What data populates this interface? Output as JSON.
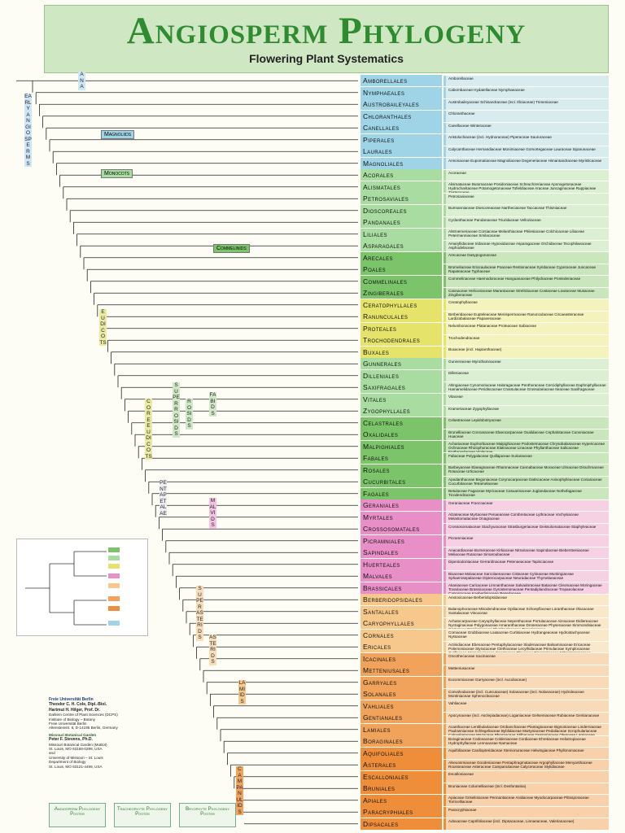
{
  "header": {
    "title": "Angiosperm Phylogeny",
    "subtitle": "Flowering Plant Systematics"
  },
  "major_groups": {
    "early": "EARLY ANGIOSPERMS",
    "ana": "ANA",
    "magnoliids": "Magnoliids",
    "monocots": "Monocots",
    "commelinids": "Commelinids",
    "eudicots": "EUDICOTS",
    "core_eudicots": "CORE EUDICOTS",
    "superrosids": "SUPERROSIDS",
    "rosids": "ROSIDS",
    "fabids": "FABIDS",
    "malvids": "MALVIDS",
    "pentapetalae": "PENTAPETALAE",
    "superasterids": "SUPERASTERIDS",
    "asterids": "ASTERIDS",
    "lamiids": "LAMIIDS",
    "campanulids": "CAMPANULIDS"
  },
  "orders": [
    {
      "name": "Amborellales",
      "fam": "Amborellaceae",
      "color": "#9fd3e6"
    },
    {
      "name": "Nymphaeales",
      "fam": "Cabombaceae   Hydatellaceae   Nymphaeaceae",
      "color": "#9fd3e6"
    },
    {
      "name": "Austrobaileyales",
      "fam": "Austrobaileyaceae   Schisandraceae (incl. Illiciaceae)   Trimeniaceae",
      "color": "#9fd3e6"
    },
    {
      "name": "Chloranthales",
      "fam": "Chloranthaceae",
      "color": "#9fd3e6"
    },
    {
      "name": "Canellales",
      "fam": "Canellaceae   Winteraceae",
      "color": "#9fd3e6"
    },
    {
      "name": "Piperales",
      "fam": "Aristolochiaceae (incl. Hydnoraceae)   Piperaceae   Saururaceae",
      "color": "#9fd3e6"
    },
    {
      "name": "Laurales",
      "fam": "Calycanthaceae   Hernandiaceae   Monimiaceae   Gomortegaceae   Lauraceae   Siparunaceae",
      "color": "#9fd3e6"
    },
    {
      "name": "Magnoliales",
      "fam": "Annonaceae   Eupomatiaceae   Magnoliaceae   Degeneriaceae   Himantandraceae   Myristicaceae",
      "color": "#9fd3e6"
    },
    {
      "name": "Acorales",
      "fam": "Acoraceae",
      "color": "#a8dca0"
    },
    {
      "name": "Alismatales",
      "fam": "Alismataceae   Butomaceae   Posidoniaceae   Scheuchzeriaceae   Aponogetonaceae   Hydrocharitaceae   Potamogetonaceae   Tofieldiaceae   Araceae   Juncaginaceae   Ruppiaceae   Zosteraceae",
      "color": "#a8dca0"
    },
    {
      "name": "Petrosaviales",
      "fam": "Petrosaviaceae",
      "color": "#a8dca0"
    },
    {
      "name": "Dioscoreales",
      "fam": "Burmanniaceae   Dioscoreaceae   Nartheciaceae   Taccaceae   Thismiaceae",
      "color": "#a8dca0"
    },
    {
      "name": "Pandanales",
      "fam": "Cyclanthaceae   Pandanaceae   Triuridaceae   Velloziaceae",
      "color": "#a8dca0"
    },
    {
      "name": "Liliales",
      "fam": "Alstroemeriaceae   Corsiaceae   Melanthiaceae   Philesiaceae   Colchicaceae   Liliaceae   Petermanniaceae   Smilacaceae",
      "color": "#a8dca0"
    },
    {
      "name": "Asparagales",
      "fam": "Amaryllidaceae   Iridaceae   Hypoxidaceae   Asparagaceae   Orchidaceae   Tecophilaeaceae   Asphodelaceae",
      "color": "#a8dca0"
    },
    {
      "name": "Arecales",
      "fam": "Arecaceae   Dasypogonaceae",
      "color": "#7cc46a"
    },
    {
      "name": "Poales",
      "fam": "Bromeliaceae   Eriocaulaceae   Poaceae   Restionaceae   Xyridaceae   Cyperaceae   Juncaceae   Rapateaceae   Typhaceae",
      "color": "#7cc46a"
    },
    {
      "name": "Commelinales",
      "fam": "Commelinaceae   Haemodoraceae   Hanguanaceae   Philydraceae   Pontederiaceae",
      "color": "#7cc46a"
    },
    {
      "name": "Zingiberales",
      "fam": "Cannaceae   Heliconiaceae   Marantaceae   Strelitziaceae   Costaceae   Lowiaceae   Musaceae   Zingiberaceae",
      "color": "#7cc46a"
    },
    {
      "name": "Ceratophyllales",
      "fam": "Ceratophyllaceae",
      "color": "#e6e36a"
    },
    {
      "name": "Ranunculales",
      "fam": "Berberidaceae   Eupteleaceae   Menispermaceae   Ranunculaceae   Circaeasteraceae   Lardizabalaceae   Papaveraceae",
      "color": "#e6e36a"
    },
    {
      "name": "Proteales",
      "fam": "Nelumbonaceae   Platanaceae   Proteaceae   Sabiaceae",
      "color": "#e6e36a"
    },
    {
      "name": "Trochodendrales",
      "fam": "Trochodendraceae",
      "color": "#e6e36a"
    },
    {
      "name": "Buxales",
      "fam": "Buxaceae (incl. Haptanthaceae)",
      "color": "#e6e36a"
    },
    {
      "name": "Gunnerales",
      "fam": "Gunneraceae   Myrothamnaceae",
      "color": "#a8dca0"
    },
    {
      "name": "Dilleniales",
      "fam": "Dilleniaceae",
      "color": "#a8dca0"
    },
    {
      "name": "Saxifragales",
      "fam": "Altingiaceae   Cynomoriaceae   Haloragaceae   Penthoraceae   Cercidiphyllaceae   Daphniphyllaceae   Hamamelidaceae   Peridiscaceae   Crassulaceae   Grossulariaceae   Iteaceae   Saxifragaceae",
      "color": "#a8dca0"
    },
    {
      "name": "Vitales",
      "fam": "Vitaceae",
      "color": "#a8dca0"
    },
    {
      "name": "Zygophyllales",
      "fam": "Krameriaceae   Zygophyllaceae",
      "color": "#a8dca0"
    },
    {
      "name": "Celastrales",
      "fam": "Celastraceae   Lepidobotryaceae",
      "color": "#7cc46a"
    },
    {
      "name": "Oxalidales",
      "fam": "Brunelliaceae   Connaraceae   Elaeocarpaceae   Oxalidaceae   Cephalotaceae   Cunoniaceae   Huaceae",
      "color": "#7cc46a"
    },
    {
      "name": "Malpighiales",
      "fam": "Achariaceae   Euphorbiaceae   Malpighiaceae   Podostemaceae   Chrysobalanaceae   Hypericaceae   Ochnaceae   Rhizophoraceae   Elatinaceae   Linaceae   Phyllanthaceae   Salicaceae   Erythroxylaceae   Violaceae",
      "color": "#7cc46a"
    },
    {
      "name": "Fabales",
      "fam": "Fabaceae   Polygalaceae   Quillajaceae   Surianaceae",
      "color": "#7cc46a"
    },
    {
      "name": "Rosales",
      "fam": "Barbeyaceae   Elaeagnaceae   Rhamnaceae   Cannabaceae   Moraceae   Ulmaceae   Dirachmaceae   Rosaceae   Urticaceae",
      "color": "#7cc46a"
    },
    {
      "name": "Cucurbitales",
      "fam": "Apodanthaceae   Begoniaceae   Corynocarpaceae   Datiscaceae   Anisophylleaceae   Coriariaceae   Cucurbitaceae   Tetramelaceae",
      "color": "#7cc46a"
    },
    {
      "name": "Fagales",
      "fam": "Betulaceae   Fagaceae   Myricaceae   Casuarinaceae   Juglandaceae   Nothofagaceae   Ticodendraceae",
      "color": "#7cc46a"
    },
    {
      "name": "Geraniales",
      "fam": "Geraniaceae   Francoaceae",
      "color": "#e88fc8"
    },
    {
      "name": "Myrtales",
      "fam": "Alzateaceae   Myrtaceae   Penaeaceae   Combretaceae   Lythraceae   Vochysiaceae   Melastomataceae   Onagraceae",
      "color": "#e88fc8"
    },
    {
      "name": "Crossosomatales",
      "fam": "Crossosomataceae   Stachyuraceae   Strasburgeriaceae   Geissolomataceae   Staphyleaceae",
      "color": "#e88fc8"
    },
    {
      "name": "Picramniales",
      "fam": "Picramniaceae",
      "color": "#e88fc8"
    },
    {
      "name": "Sapindales",
      "fam": "Anacardiaceae   Burseraceae   Kirkiaceae   Nitrariaceae   Sapindaceae   Biebersteiniaceae   Meliaceae   Rutaceae   Simaroubaceae",
      "color": "#e88fc8"
    },
    {
      "name": "Huerteales",
      "fam": "Dipentodontaceae   Gerrardinaceae   Petenaeaceae   Tapisciaceae",
      "color": "#e88fc8"
    },
    {
      "name": "Malvales",
      "fam": "Bixaceae   Malvaceae   Sarcolaenaceae   Cistaceae   Cytinaceae   Muntingiaceae   Sphaerosepalaceae   Dipterocarpaceae   Neuradaceae   Thymelaeaceae",
      "color": "#e88fc8"
    },
    {
      "name": "Brassicales",
      "fam": "Akaniaceae   Caricaceae   Limnanthaceae   Salvadoraceae   Bataceae   Cleomaceae   Moringaceae   Tovariaceae   Brassicaceae   Gyrostemonaceae   Pentadiplandraceae   Tropaeolaceae   Capparaceae   Koeberliniaceae   Resedaceae",
      "color": "#e88fc8"
    },
    {
      "name": "Berberidopsidales",
      "fam": "Aextoxicaceae   Berberidopsidaceae",
      "color": "#f6c88c"
    },
    {
      "name": "Santalales",
      "fam": "Balanophoraceae   Misodendraceae   Opiliaceae   Schoepfiaceae   Loranthaceae   Olacaceae   Santalaceae   Viscaceae",
      "color": "#f6c88c"
    },
    {
      "name": "Caryophyllales",
      "fam": "Achatocarpaceae   Caryophyllaceae   Nepenthaceae   Portulacaceae   Aizoaceae   Didiereaceae   Nyctaginaceae   Polygonaceae   Amaranthaceae   Droseraceae   Physenaceae   Simmondsiaceae   Cactaceae   Frankeniaceae   Plumbaginaceae   Tamaricaceae",
      "color": "#f6c88c"
    },
    {
      "name": "Cornales",
      "fam": "Cornaceae   Grubbiaceae   Loasaceae   Curtisiaceae   Hydrangeaceae   Hydrostachyaceae   Nyssaceae",
      "color": "#f6c88c"
    },
    {
      "name": "Ericales",
      "fam": "Actinidiaceae   Ebenaceae   Pentaphylacaceae   Sladeniaceae   Balsaminaceae   Ericaceae   Polemoniaceae   Styracaceae   Clethraceae   Lecythidaceae   Primulaceae   Symplocaceae   Cyrillaceae   Marcgraviaceae   Sapotaceae   Theaceae   Diapensiaceae   Mitrastemonaceae   Sarraceniaceae   Roridulaceae",
      "color": "#f6c88c"
    },
    {
      "name": "Icacinales",
      "fam": "Oncothecaceae   Icacinaceae",
      "color": "#f1a35c"
    },
    {
      "name": "Metteniusales",
      "fam": "Metteniusaceae",
      "color": "#f1a35c"
    },
    {
      "name": "Garryales",
      "fam": "Eucommiaceae   Garryaceae (incl. Aucubaceae)",
      "color": "#f1a35c"
    },
    {
      "name": "Solanales",
      "fam": "Convolvulaceae (incl. Cuscutaceae)   Solanaceae (incl. Nolanaceae)   Hydroleaceae   Montiniaceae   Sphenocleaceae",
      "color": "#f1a35c"
    },
    {
      "name": "Vahliales",
      "fam": "Vahliaceae",
      "color": "#f1a35c"
    },
    {
      "name": "Gentianales",
      "fam": "Apocynaceae (incl. Asclepiadaceae)   Loganiaceae   Gelsemiaceae   Rubiaceae   Gentianaceae",
      "color": "#f1a35c"
    },
    {
      "name": "Lamiales",
      "fam": "Acanthaceae   Lentibulariaceae   Orobanchaceae   Plantaginaceae   Bignoniaceae   Linderniaceae   Paulowniaceae   Schlegeliaceae   Byblidaceae   Martyniaceae   Pedaliaceae   Scrophulariaceae   Calceolariaceae   Mazaceae   Phrymaceae   Stilbaceae   Gesneriaceae   Oleaceae   Lamiaceae   Tetrachondraceae   Verbenaceae",
      "color": "#f1a35c"
    },
    {
      "name": "Boraginales",
      "fam": "Boraginaceae   Codonaceae   Coldeniaceae   Cordiaceae   Ehretiaceae   Heliotropiaceae   Hydrophyllaceae   Lennoaceae   Namaceae",
      "color": "#f1a35c"
    },
    {
      "name": "Aquifoliales",
      "fam": "Aquifoliaceae   Cardiopteridaceae   Stemonuraceae   Helwingiaceae   Phyllonomaceae",
      "color": "#ef8e3a"
    },
    {
      "name": "Asterales",
      "fam": "Alseuosmiaceae   Goodeniaceae   Pentaphragmataceae   Argophyllaceae   Menyanthaceae   Rousseaceae   Asteraceae   Campanulaceae   Calyceraceae   Stylidiaceae",
      "color": "#ef8e3a"
    },
    {
      "name": "Escalloniales",
      "fam": "Escalloniaceae",
      "color": "#ef8e3a"
    },
    {
      "name": "Bruniales",
      "fam": "Bruniaceae   Columelliaceae (incl. Desfontainia)",
      "color": "#ef8e3a"
    },
    {
      "name": "Apiales",
      "fam": "Apiaceae   Griseliniaceae   Pennantiaceae   Araliaceae   Myodocarpaceae   Pittosporaceae   Torricelliaceae",
      "color": "#ef8e3a"
    },
    {
      "name": "Paracryphiales",
      "fam": "Paracryphiaceae",
      "color": "#ef8e3a"
    },
    {
      "name": "Dipsacales",
      "fam": "Adoxaceae   Caprifoliaceae (incl. Dipsacaceae, Linnaeaceae, Valerianaceae)",
      "color": "#ef8e3a"
    }
  ],
  "credits": {
    "line1": "Theodor C. H. Cole, Dipl.-Biol.",
    "line2": "Hartmut H. Hilger, Prof. Dr.",
    "line3": "Dahlem Centre of Plant Sciences (DCPS)",
    "line4": "Institute of Biology – Botany",
    "line5": "Freie Universität Berlin",
    "line6": "Altensteinstr. 6, D-14195 Berlin, Germany",
    "line7": "Peter F. Stevens, Ph.D.",
    "line8": "Missouri Botanical Garden (MoBot)",
    "line9": "St. Louis, MO 63166-0299, USA",
    "line10": "and",
    "line11": "University of Missouri – St. Louis",
    "line12": "Department of Biology",
    "line13": "St. Louis, MO 63121-4499, USA",
    "univ": "Freie Universität Berlin",
    "mobot": "Missouri Botanical Garden"
  },
  "posters": [
    "Angiosperm Phylogeny Poster",
    "Tracheophyte Phylogeny Poster",
    "Bryophyte Phylogeny Poster"
  ],
  "colors": {
    "title_bg": "#cfe8c3",
    "title_text": "#2e8b2f",
    "line": "#222222"
  }
}
